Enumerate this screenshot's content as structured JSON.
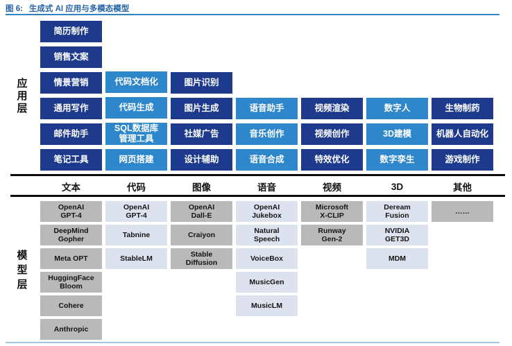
{
  "figure": {
    "label": "图 6:",
    "title": "生成式 AI 应用与多模态模型"
  },
  "categories": [
    "文本",
    "代码",
    "图像",
    "语音",
    "视频",
    "3D",
    "其他"
  ],
  "application_layer": {
    "side_label": "应用层",
    "columns": [
      {
        "apps": [
          "简历制作",
          "销售文案",
          "情景营销",
          "通用写作",
          "邮件助手",
          "笔记工具"
        ]
      },
      {
        "apps": [
          "代码文档化",
          "代码生成",
          "SQL数据库\n管理工具",
          "网页搭建"
        ]
      },
      {
        "apps": [
          "图片识别",
          "图片生成",
          "社媒广告",
          "设计辅助"
        ]
      },
      {
        "apps": [
          "语音助手",
          "音乐创作",
          "语音合成"
        ]
      },
      {
        "apps": [
          "视频渲染",
          "视频创作",
          "特效优化"
        ]
      },
      {
        "apps": [
          "数字人",
          "3D建模",
          "数字孪生"
        ]
      },
      {
        "apps": [
          "生物制药",
          "机器人自动化",
          "游戏制作"
        ]
      }
    ]
  },
  "model_layer": {
    "side_label": "模型层",
    "columns": [
      {
        "models": [
          "OpenAI\nGPT-4",
          "DeepMind\nGopher",
          "Meta OPT",
          "HuggingFace\nBloom",
          "Cohere",
          "Anthropic"
        ]
      },
      {
        "models": [
          "OpenAI\nGPT-4",
          "Tabnine",
          "StableLM"
        ]
      },
      {
        "models": [
          "OpenAI\nDall-E",
          "Craiyon",
          "Stable\nDiffusion"
        ]
      },
      {
        "models": [
          "OpenAI\nJukebox",
          "Natural\nSpeech",
          "VoiceBox",
          "MusicGen",
          "MusicLM"
        ]
      },
      {
        "models": [
          "Microsoft\nX-CLIP",
          "Runway\nGen-2"
        ]
      },
      {
        "models": [
          "Deream\nFusion",
          "NVIDIA\nGET3D",
          "MDM"
        ]
      },
      {
        "models": [
          "……"
        ]
      }
    ]
  },
  "colors": {
    "title_text": "#2563A8",
    "title_rule": "#3182C4",
    "app_dark": "#1E3A8C",
    "app_light": "#2E87CB",
    "divider": "#0A0A0A",
    "model_dark": "#B9B9B9",
    "model_light": "#DDE3EE",
    "bottom_rule": "#A6C4E4"
  }
}
